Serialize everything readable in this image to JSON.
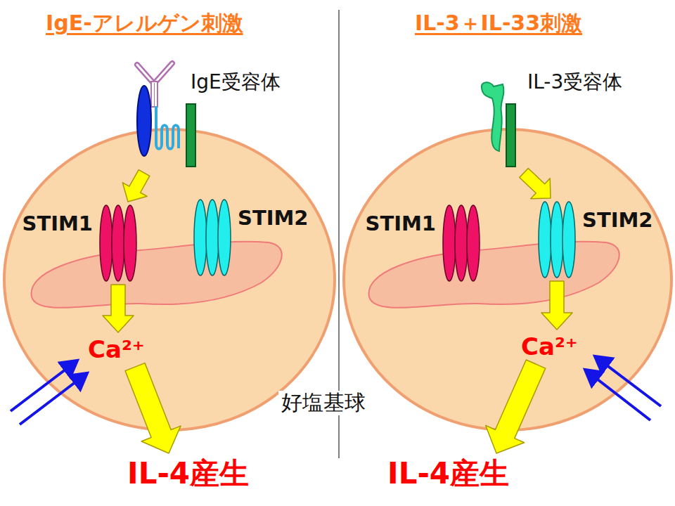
{
  "diagram": {
    "nodes": [
      {
        "text": [
          "IgE受容体"
        ]
      },
      {
        "text": [
          "IL-3受容体"
        ]
      },
      {
        "text": [
          "STIM1"
        ]
      },
      {
        "text": [
          "STIM2"
        ]
      },
      {
        "text": [
          "STIM1"
        ]
      },
      {
        "text": [
          "STIM2"
        ]
      },
      {
        "text": [
          "Ca²⁺"
        ]
      },
      {
        "text": [
          "Ca²⁺"
        ]
      },
      {
        "text": [
          "IL-4産生"
        ]
      },
      {
        "text": [
          "IL-4産生"
        ]
      }
    ],
    "edges": [
      {
        "from": 0,
        "to": 2,
        "arrow": "to"
      },
      {
        "from": 2,
        "to": 6,
        "arrow": "to"
      },
      {
        "from": 6,
        "to": 8,
        "arrow": "to"
      },
      {
        "from": 1,
        "to": 5,
        "arrow": "to"
      },
      {
        "from": 5,
        "to": 7,
        "arrow": "to"
      },
      {
        "from": 7,
        "to": 9,
        "arrow": "to"
      }
    ],
    "labels": [
      "IgE-アレルゲン刺激",
      "IL-3＋IL-33刺激",
      "好塩基球"
    ]
  }
}
